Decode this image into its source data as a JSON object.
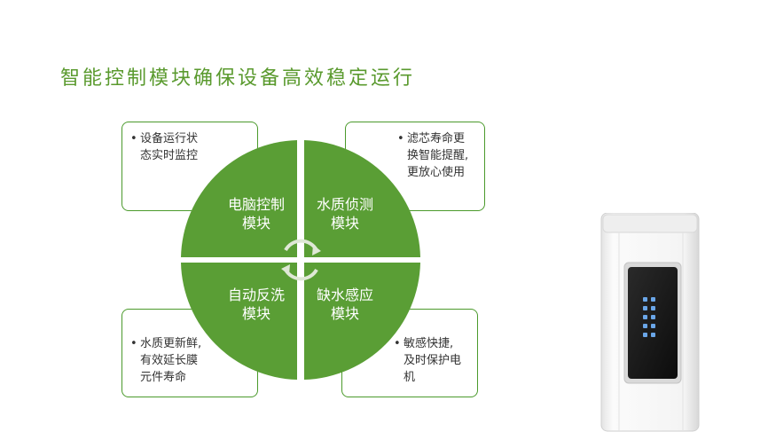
{
  "title": "智能控制模块确保设备高效稳定运行",
  "quadrants": [
    {
      "id": "tl",
      "label": "电脑控制\n模块"
    },
    {
      "id": "tr",
      "label": "水质侦测\n模块"
    },
    {
      "id": "bl",
      "label": "自动反洗\n模块"
    },
    {
      "id": "br",
      "label": "缺水感应\n模块"
    }
  ],
  "notes": {
    "tl": "设备运行状\n态实时监控",
    "tr": "滤芯寿命更\n换智能提醒,\n更放心使用",
    "bl": "水质更新鲜,\n有效延长膜\n元件寿命",
    "br": "敏感快捷,\n及时保护电\n机"
  },
  "colors": {
    "accent": "#5a9a2e",
    "quadrant_fill": "#5a9e35",
    "note_border": "#4b9a2c"
  },
  "icons": {
    "center": "cycle-arrows-icon"
  }
}
